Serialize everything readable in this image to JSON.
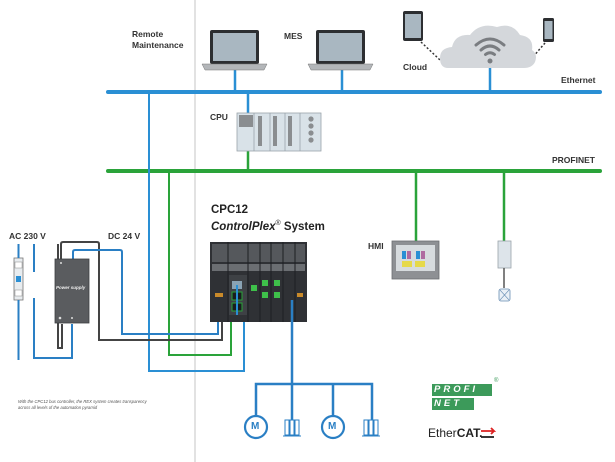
{
  "diagram": {
    "title_line1": "CPC12",
    "title_line2_brand": "ControlPlex",
    "title_line2_reg": "®",
    "title_line2_rest": " System",
    "labels": {
      "remote_maintenance_1": "Remote",
      "remote_maintenance_2": "Maintenance",
      "mes": "MES",
      "cloud": "Cloud",
      "ethernet": "Ethernet",
      "cpu": "CPU",
      "profinet": "PROFINET",
      "ac": "AC 230 V",
      "dc": "DC 24 V",
      "hmi": "HMI",
      "power_supply": "Power supply",
      "motor": "M"
    },
    "note": "With the CPC12 bus controller, the REX system creates transparency across all levels of the automation pyramid",
    "logos": {
      "profinet_top": "PROFI",
      "profinet_bottom": "NET",
      "profinet_reg": "®",
      "ethercat_a": "Ether",
      "ethercat_b": "CAT."
    },
    "colors": {
      "ethernet": "#2a8fd4",
      "profinet": "#2aa33a",
      "dc_wire": "#2a7fc4",
      "ac_wire": "#444444",
      "cloud": "#d4d7db",
      "profinet_logo": "#3c9a5a"
    }
  }
}
